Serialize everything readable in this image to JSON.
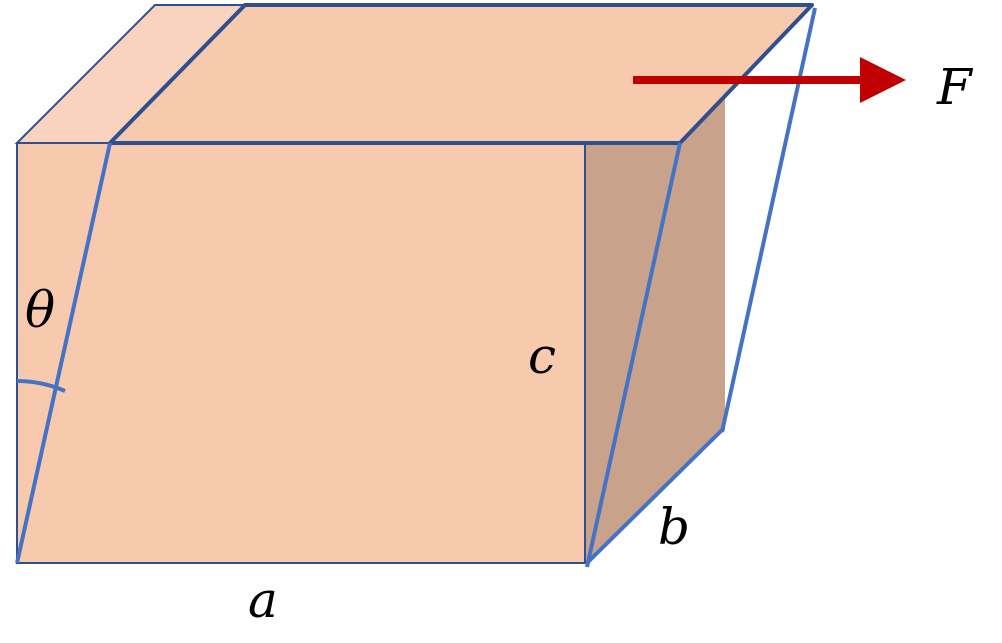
{
  "labels": {
    "force": "F",
    "theta": "θ",
    "height": "c",
    "depth": "b",
    "width": "a"
  },
  "colors": {
    "front_face": "#f7c9ad",
    "top_face": "#f7c9ad",
    "left_strip": "#f9d3be",
    "side_face": "#c8a28a",
    "outline_dark": "#2f4f8f",
    "outline_sheared": "#4472c4",
    "arrow": "#c00000",
    "text": "#000000"
  }
}
